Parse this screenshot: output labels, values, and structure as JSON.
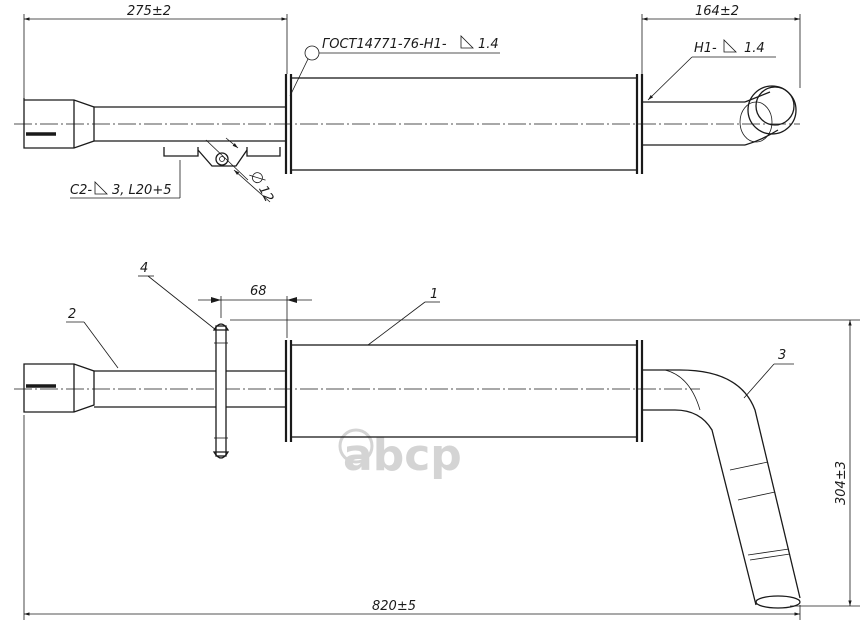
{
  "top_view": {
    "dim_left": "275±2",
    "dim_right": "164±2",
    "weld_note": "ГОСТ14771-76-Н1-",
    "weld_leg_1": "1.4",
    "weld_h1": "Н1-",
    "weld_leg_2": "1.4",
    "clamp_note": "С2-",
    "clamp_leg": "3, L20+5",
    "diameter": "12"
  },
  "side_view": {
    "dim_68": "68",
    "dim_height": "304±3",
    "dim_length": "820±5",
    "callouts": [
      "1",
      "2",
      "3",
      "4"
    ]
  },
  "watermark": {
    "text": "abcp",
    "color": "#d4d4d4"
  }
}
